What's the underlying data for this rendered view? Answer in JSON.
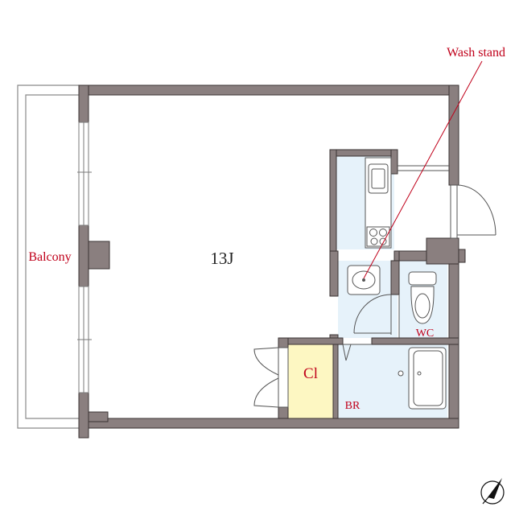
{
  "labels": {
    "main_room": "13J",
    "balcony": "Balcony",
    "closet": "Cl",
    "bathroom": "BR",
    "toilet": "WC",
    "wash_stand": "Wash stand"
  },
  "colors": {
    "wall": "#8a7f7f",
    "wall_edge": "#3a3333",
    "wet_area": "#e6f2fa",
    "closet": "#fdf7c2",
    "label_red": "#c0001a",
    "label_black": "#222222",
    "leader_line": "#c0001a",
    "fixture_line": "#555555",
    "compass": "#111111"
  },
  "icons": {
    "compass": "north-arrow-icon",
    "sink": "sink-icon",
    "stove": "stove-icon",
    "toilet": "toilet-icon",
    "bathtub": "bathtub-icon"
  }
}
